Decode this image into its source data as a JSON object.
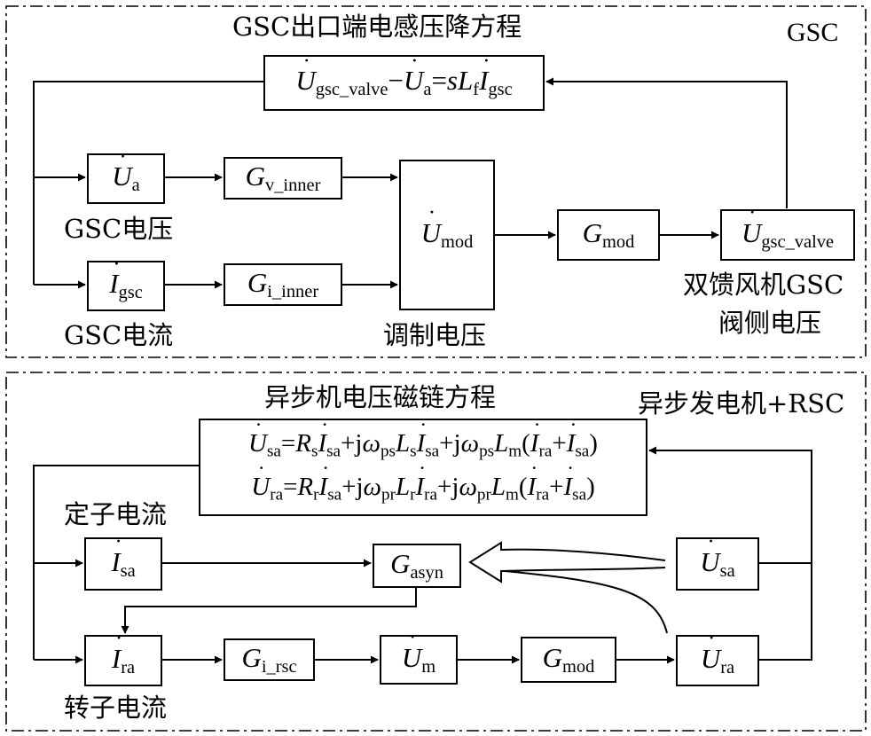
{
  "gsc": {
    "section_label": "GSC",
    "equation_title": "GSC出口端电感压降方程",
    "equation": {
      "lhs1": "U",
      "lhs1_sub": "gsc_valve",
      "minus": "−",
      "lhs2": "U",
      "lhs2_sub": "a",
      "eq": "=",
      "s": "s",
      "L": "L",
      "L_sub": "f",
      "rhs": "I",
      "rhs_sub": "gsc"
    },
    "blocks": {
      "ua": {
        "sym": "U",
        "sub": "a"
      },
      "igsc": {
        "sym": "I",
        "sub": "gsc"
      },
      "gv_inner": {
        "sym": "G",
        "sub": "v_inner"
      },
      "gi_inner": {
        "sym": "G",
        "sub": "i_inner"
      },
      "umod": {
        "sym": "U",
        "sub": "mod"
      },
      "gmod": {
        "sym": "G",
        "sub": "mod"
      },
      "ugsc_valve": {
        "sym": "U",
        "sub": "gsc_valve"
      }
    },
    "labels": {
      "gsc_voltage": "GSC电压",
      "gsc_current": "GSC电流",
      "mod_voltage": "调制电压",
      "valve_voltage_line1": "双馈风机GSC",
      "valve_voltage_line2": "阀侧电压"
    }
  },
  "async": {
    "section_label": "异步发电机+RSC",
    "equation_title": "异步机电压磁链方程",
    "eq1": {
      "U": "U",
      "U_sub": "sa",
      "eq": "=",
      "R": "R",
      "R_sub": "s",
      "I1": "I",
      "I1_sub": "sa",
      "plus1": "+j",
      "w1": "ω",
      "w1_sub": "ps",
      "L1": "L",
      "L1_sub": "s",
      "I2": "I",
      "I2_sub": "sa",
      "plus2": "+j",
      "w2": "ω",
      "w2_sub": "ps",
      "L2": "L",
      "L2_sub": "m",
      "open": "(",
      "I3": "I",
      "I3_sub": "ra",
      "plus3": "+",
      "I4": "I",
      "I4_sub": "sa",
      "close": ")"
    },
    "eq2": {
      "U": "U",
      "U_sub": "ra",
      "eq": "=",
      "R": "R",
      "R_sub": "r",
      "I1": "I",
      "I1_sub": "sa",
      "plus1": "+j",
      "w1": "ω",
      "w1_sub": "pr",
      "L1": "L",
      "L1_sub": "r",
      "I2": "I",
      "I2_sub": "ra",
      "plus2": "+j",
      "w2": "ω",
      "w2_sub": "pr",
      "L2": "L",
      "L2_sub": "m",
      "open": "(",
      "I3": "I",
      "I3_sub": "ra",
      "plus3": "+",
      "I4": "I",
      "I4_sub": "sa",
      "close": ")"
    },
    "blocks": {
      "isa": {
        "sym": "I",
        "sub": "sa"
      },
      "gasyn": {
        "sym": "G",
        "sub": "asyn"
      },
      "usa": {
        "sym": "U",
        "sub": "sa"
      },
      "ira": {
        "sym": "I",
        "sub": "ra"
      },
      "gi_rsc": {
        "sym": "G",
        "sub": "i_rsc"
      },
      "um": {
        "sym": "U",
        "sub": "m"
      },
      "gmod": {
        "sym": "G",
        "sub": "mod"
      },
      "ura": {
        "sym": "U",
        "sub": "ra"
      }
    },
    "labels": {
      "stator_current": "定子电流",
      "rotor_current": "转子电流"
    }
  }
}
